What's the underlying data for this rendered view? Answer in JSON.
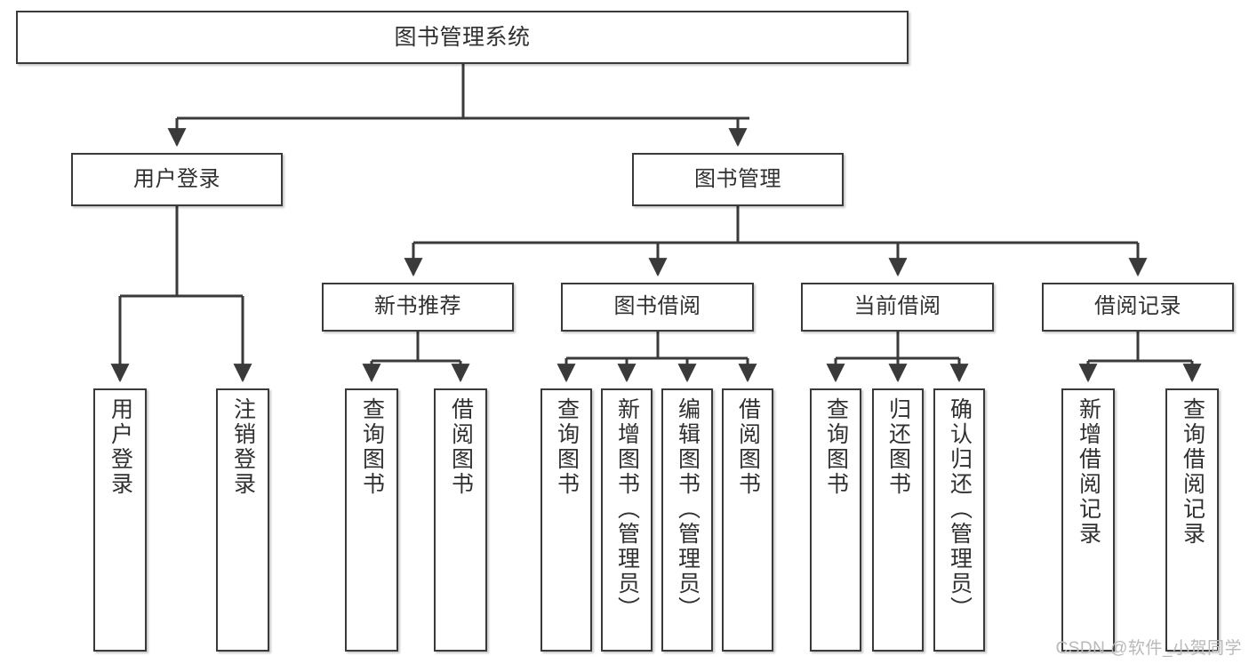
{
  "diagram": {
    "type": "tree-hierarchy-chart",
    "title": "图书管理系统",
    "watermark": "CSDN @软件_小贺同学",
    "colors": {
      "box_border": "#3a3a3a",
      "box_fill": "#ffffff",
      "connector": "#3a3a3a",
      "text": "#303030",
      "watermark": "#b9b9b9"
    },
    "nodes": {
      "root": {
        "label": "图书管理系统"
      },
      "level2": [
        {
          "label": "用户登录"
        },
        {
          "label": "图书管理"
        }
      ],
      "level3": [
        {
          "label": "新书推荐"
        },
        {
          "label": "图书借阅"
        },
        {
          "label": "当前借阅"
        },
        {
          "label": "借阅记录"
        }
      ],
      "leaves": {
        "user_login": [
          {
            "label": "用户登录"
          },
          {
            "label": "注销登录"
          }
        ],
        "new_book_recommend": [
          {
            "label": "查询图书"
          },
          {
            "label": "借阅图书"
          }
        ],
        "book_borrow": [
          {
            "label": "查询图书"
          },
          {
            "label": "新增图书（管理员）"
          },
          {
            "label": "编辑图书（管理员）"
          },
          {
            "label": "借阅图书"
          }
        ],
        "current_borrow": [
          {
            "label": "查询图书"
          },
          {
            "label": "归还图书"
          },
          {
            "label": "确认归还（管理员）"
          }
        ],
        "borrow_record": [
          {
            "label": "新增借阅记录"
          },
          {
            "label": "查询借阅记录"
          }
        ]
      }
    }
  }
}
